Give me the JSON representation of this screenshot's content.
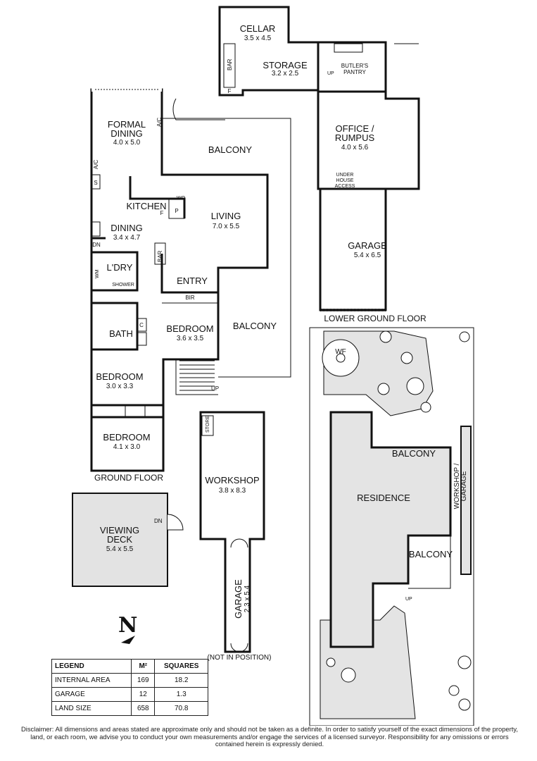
{
  "ground_floor": {
    "label": "GROUND FLOOR",
    "rooms": {
      "formal_dining": {
        "name_line1": "FORMAL",
        "name_line2": "DINING",
        "dims": "4.0 x 5.0"
      },
      "kitchen": {
        "name": "KITCHEN"
      },
      "dining": {
        "name": "DINING",
        "dims": "3.4 x 4.7"
      },
      "living": {
        "name": "LIVING",
        "dims": "7.0 x 5.5"
      },
      "laundry": {
        "name": "L'DRY"
      },
      "bath": {
        "name": "BATH"
      },
      "bedroom1": {
        "name": "BEDROOM",
        "dims": "3.6 x 3.5"
      },
      "bedroom2": {
        "name": "BEDROOM",
        "dims": "3.0 x 3.3"
      },
      "bedroom3": {
        "name": "BEDROOM",
        "dims": "4.1 x 3.0"
      },
      "balcony_top": {
        "name": "BALCONY"
      },
      "balcony_mid": {
        "name": "BALCONY"
      },
      "entry": {
        "name": "ENTRY"
      }
    },
    "marks": {
      "ac1": "A/C",
      "ac2": "A/C",
      "s": "S",
      "dn": "DN",
      "up": "UP",
      "bar": "BAR",
      "bir": "BIR",
      "wm": "WM",
      "shower": "SHOWER",
      "c": "C",
      "f": "F",
      "p": "P",
      "wo": "WO"
    }
  },
  "lower_ground_floor": {
    "label": "LOWER GROUND FLOOR",
    "rooms": {
      "cellar": {
        "name": "CELLAR",
        "dims": "3.5 x 4.5"
      },
      "storage": {
        "name": "STORAGE",
        "dims": "3.2 x 2.5"
      },
      "butlers": {
        "name_line1": "BUTLER'S",
        "name_line2": "PANTRY"
      },
      "office": {
        "name_line1": "OFFICE /",
        "name_line2": "RUMPUS",
        "dims": "4.0 x 5.6"
      },
      "garage": {
        "name": "GARAGE",
        "dims": "5.4 x 6.5"
      }
    },
    "marks": {
      "under_line1": "UNDER",
      "under_line2": "HOUSE",
      "under_line3": "ACCESS",
      "bar": "BAR",
      "f": "F",
      "up": "UP"
    }
  },
  "outbuilding": {
    "store": "STORE",
    "workshop": {
      "name": "WORKSHOP",
      "dims": "3.8 x 8.3"
    },
    "garage": {
      "name": "GARAGE",
      "dims": "2.3 x 5.4"
    },
    "note": "(NOT IN POSITION)"
  },
  "viewing_deck": {
    "name_line1": "VIEWING",
    "name_line2": "DECK",
    "dims": "5.4 x 5.5",
    "dn": "DN"
  },
  "site_plan": {
    "wf": "WF",
    "balcony1": "BALCONY",
    "residence": "RESIDENCE",
    "balcony2": "BALCONY",
    "workshop_garage_line1": "WORKSHOP /",
    "workshop_garage_line2": "GARAGE",
    "up": "UP"
  },
  "north": "N",
  "legend": {
    "headers": [
      "LEGEND",
      "M²",
      "SQUARES"
    ],
    "rows": [
      {
        "label": "INTERNAL AREA",
        "m2": "169",
        "squares": "18.2"
      },
      {
        "label": "GARAGE",
        "m2": "12",
        "squares": "1.3"
      },
      {
        "label": "LAND SIZE",
        "m2": "658",
        "squares": "70.8"
      }
    ]
  },
  "disclaimer": "Disclaimer: All dimensions and areas stated are approximate only and should not be taken as a definite. In order to satisfy yourself of the exact dimensions of the property, land, or each room, we advise you to conduct your own measurements and/or engage the services of a licensed surveyor. Responsibility for any omissions or errors contained herein is expressly denied."
}
